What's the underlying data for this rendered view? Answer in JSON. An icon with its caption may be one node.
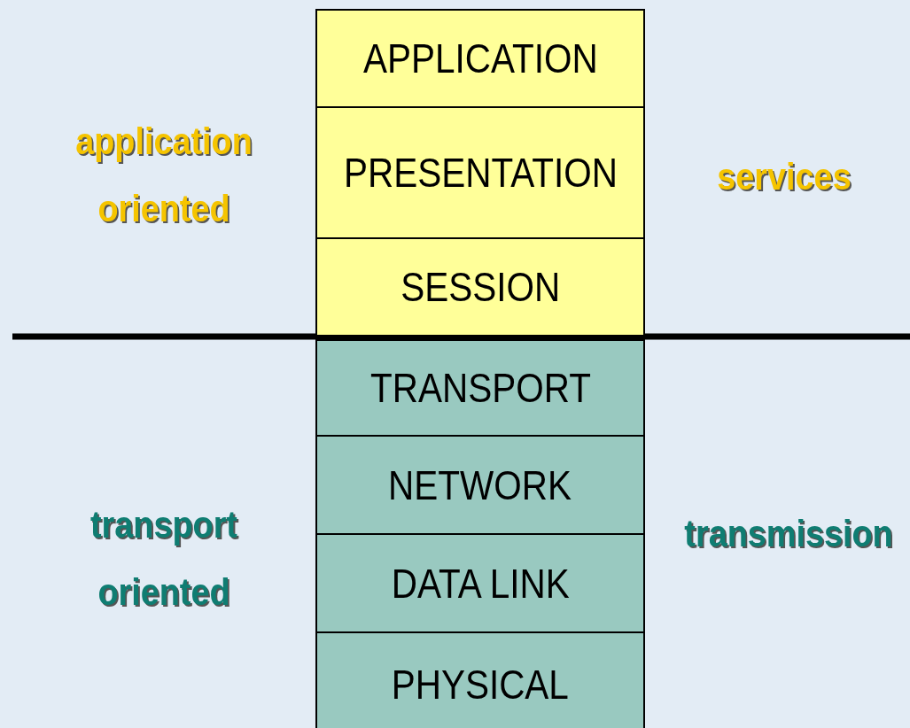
{
  "diagram": {
    "nodes": [
      {
        "text": [
          "APPLICATION"
        ]
      },
      {
        "text": [
          "PRESENTATION"
        ]
      },
      {
        "text": [
          "SESSION"
        ]
      },
      {
        "text": [
          "TRANSPORT"
        ]
      },
      {
        "text": [
          "NETWORK"
        ]
      },
      {
        "text": [
          "DATA LINK"
        ]
      },
      {
        "text": [
          "PHYSICAL"
        ]
      }
    ],
    "labels": [
      "application oriented",
      "services",
      "transport oriented",
      "transmission"
    ]
  }
}
